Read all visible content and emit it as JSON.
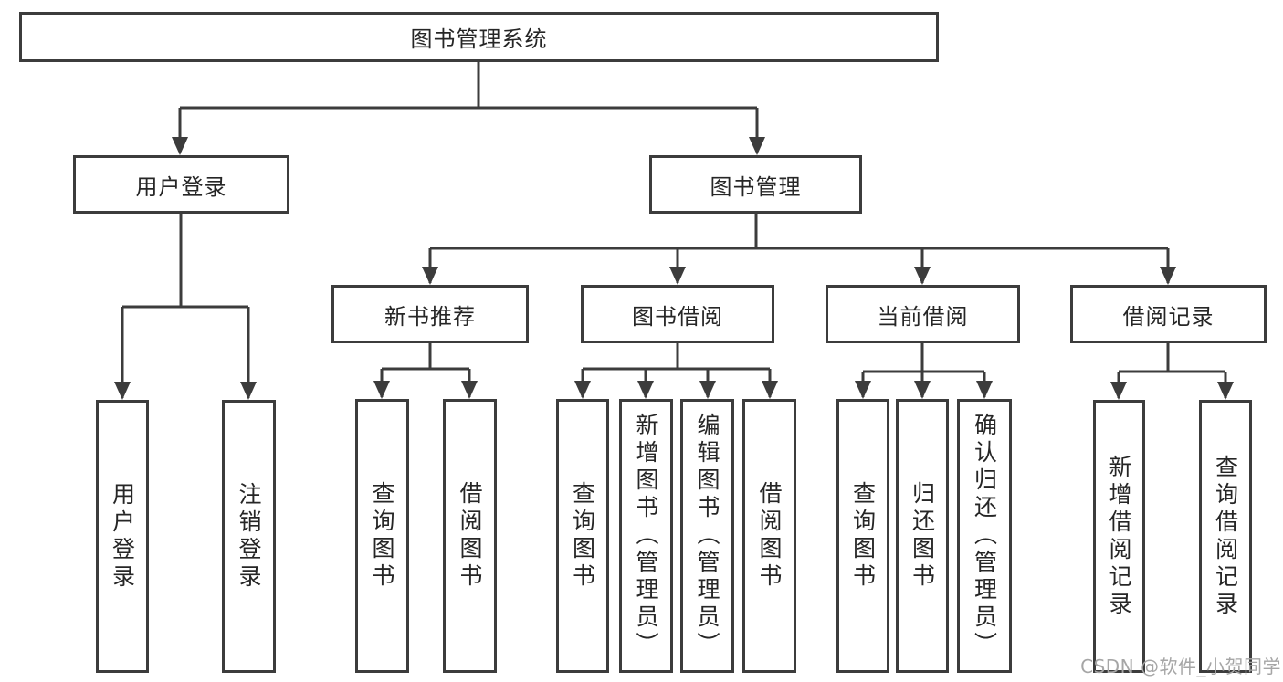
{
  "tree": {
    "root": "图书管理系统",
    "level2": {
      "user_login_group": "用户登录",
      "book_management": "图书管理"
    },
    "user_login_children": {
      "user_login": "用户登录",
      "logout": "注销登录"
    },
    "level3": {
      "new_book": "新书推荐",
      "borrow": "图书借阅",
      "current": "当前借阅",
      "records": "借阅记录"
    },
    "new_book_children": {
      "query": "查询图书",
      "borrow": "借阅图书"
    },
    "borrow_children": {
      "query": "查询图书",
      "add": "新增图书（管理员）",
      "edit": "编辑图书（管理员）",
      "borrow": "借阅图书"
    },
    "current_children": {
      "query": "查询图书",
      "return": "归还图书",
      "confirm": "确认归还（管理员）"
    },
    "records_children": {
      "add": "新增借阅记录",
      "query": "查询借阅记录"
    }
  },
  "watermark": "CSDN @软件_小贺同学",
  "colors": {
    "line": "#3c3c3c",
    "text": "#262626",
    "watermark": "#a6a6a6",
    "background": "#ffffff"
  }
}
